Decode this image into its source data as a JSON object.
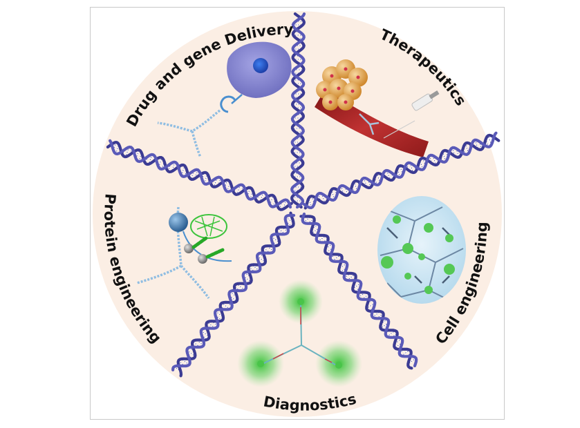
{
  "figure": {
    "type": "circular schematic",
    "center_motif": "five-arm DNA nanostructure",
    "sections": [
      {
        "id": "drug-gene-delivery",
        "label": "Drug and gene Delivery",
        "illustration": "cell with DNA nanostructure ligand"
      },
      {
        "id": "therapeutics",
        "label": "Therapeutics",
        "illustration": "tumor, blood vessel and syringe"
      },
      {
        "id": "cell-engineering",
        "label": "Cell engineering",
        "illustration": "DNA hydrogel network with cells"
      },
      {
        "id": "diagnostics",
        "label": "Diagnostics",
        "illustration": "Y-shaped DNA with fluorescent probes"
      },
      {
        "id": "protein-engineering",
        "label": "Protein engineering",
        "illustration": "Y-DNA with protein and nanoparticle"
      }
    ]
  },
  "colors": {
    "background_disc": "#fbeee4",
    "dna_helix": "#5a5ab8",
    "dna_helix_dark": "#3b3b93",
    "label_text": "#111111",
    "glow_green": "#3cc43c",
    "vessel_red": "#a8201f",
    "tumor_orange": "#e8a850",
    "cell_lavender": "#8c8cd6",
    "nucleus_blue": "#2d5fd0",
    "hydrogel_blue": "#cde6f2"
  }
}
